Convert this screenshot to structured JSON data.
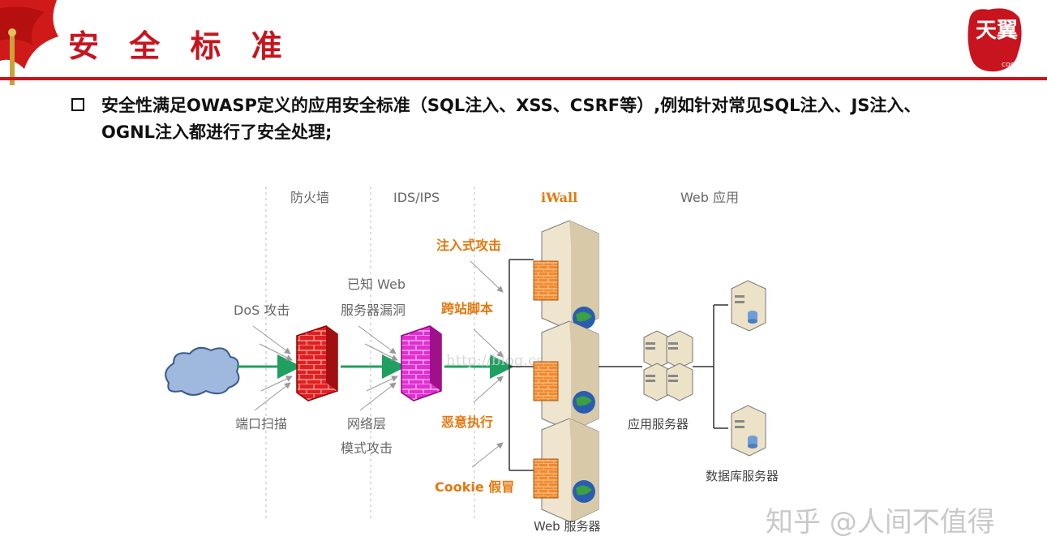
{
  "header": {
    "title": "安 全 标 准"
  },
  "logo": {
    "icon": "tianyi-logo",
    "text": "天翼",
    "suffix": "com"
  },
  "bullet": {
    "text": "安全性满足OWASP定义的应用安全标准（SQL注入、XSS、CSRF等）,例如针对常见SQL注入、JS注入、OGNL注入都进行了安全处理;"
  },
  "diagram": {
    "columns": [
      "防火墙",
      "IDS/IPS",
      "iWall",
      "Web 应用"
    ],
    "threats_left": [
      "DoS 攻击",
      "端口扫描"
    ],
    "threats_mid": [
      "已知 Web",
      "服务器漏洞",
      "网络层",
      "模式攻击"
    ],
    "threats_iwall": [
      "注入式攻击",
      "跨站脚本",
      "恶意执行",
      "Cookie 假冒"
    ],
    "web_server_label": "Web 服务器",
    "app_server_label": "应用服务器",
    "db_server_label": "数据库服务器",
    "watermark_faint": "http://blog.csdn.net/"
  },
  "watermark": {
    "text": "知乎 @人间不值得"
  },
  "colors": {
    "title_red": "#c8141e",
    "accent_orange": "#e4780e",
    "firewall_red": "#e02020",
    "ids_magenta": "#e020c8",
    "flow_green": "#1fa060"
  }
}
